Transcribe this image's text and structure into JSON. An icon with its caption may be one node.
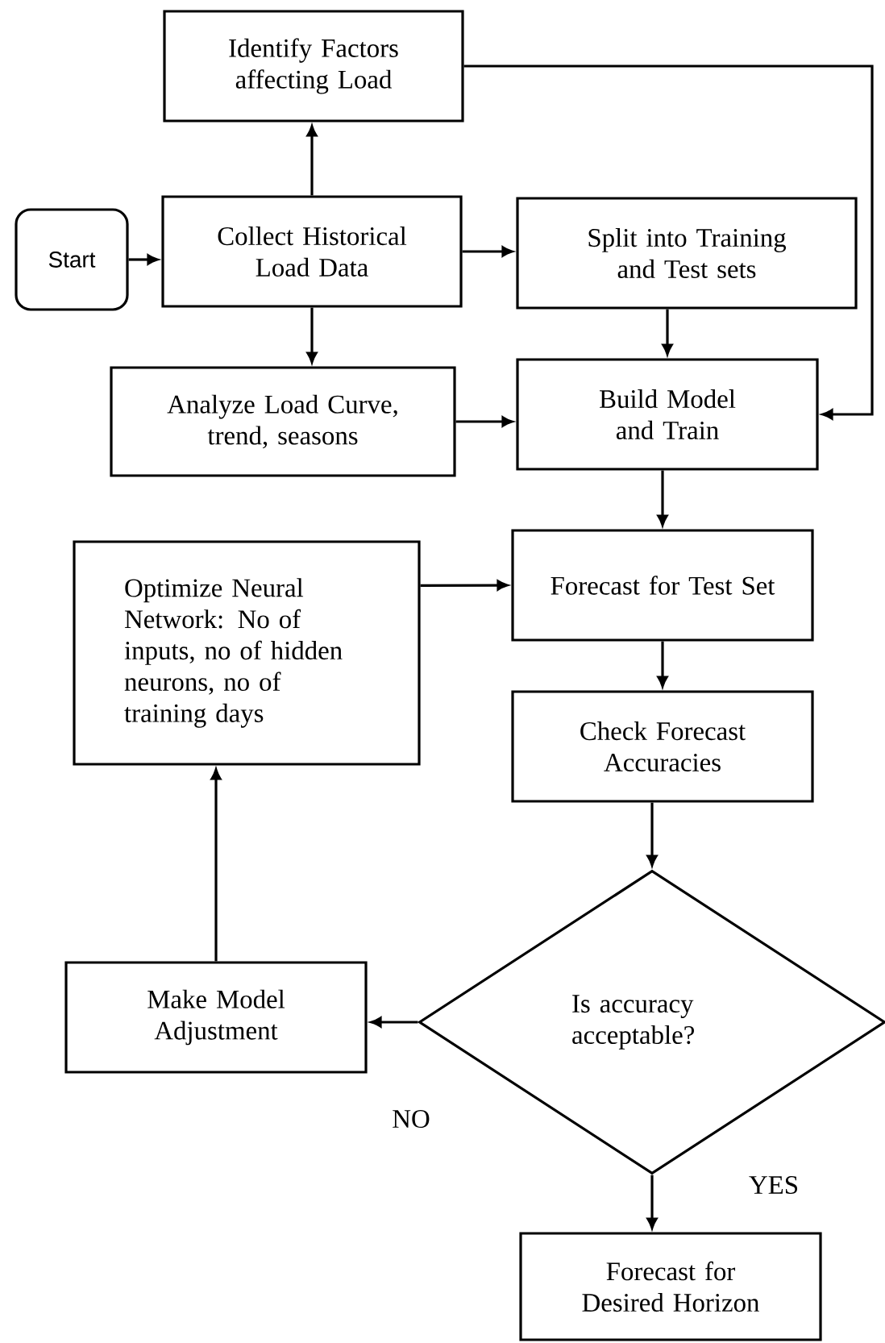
{
  "diagram": {
    "nodes": [
      {
        "text": [
          "Identify Factors affecting Load"
        ]
      },
      {
        "text": [
          "Start"
        ]
      },
      {
        "text": [
          "Collect Historical Load Data"
        ]
      },
      {
        "text": [
          "Split into Training and Test sets"
        ]
      },
      {
        "text": [
          "Analyze Load Curve, trend, seasons"
        ]
      },
      {
        "text": [
          "Build Model and Train"
        ]
      },
      {
        "text": [
          "Optimize Neural Network: No of inputs, no of hidden neurons, no of training days"
        ]
      },
      {
        "text": [
          "Forecast for Test Set"
        ]
      },
      {
        "text": [
          "Check Forecast Accuracies"
        ]
      },
      {
        "text": [
          "Make Model Adjustment"
        ]
      },
      {
        "text": [
          "Is accuracy acceptable?"
        ]
      },
      {
        "text": [
          "Forecast for Desired Horizon"
        ]
      }
    ],
    "edges": [
      {
        "from": 1,
        "to": 2,
        "arrow": "to"
      },
      {
        "from": 2,
        "to": 0,
        "arrow": "to"
      },
      {
        "from": 2,
        "to": 3,
        "arrow": "to"
      },
      {
        "from": 2,
        "to": 4,
        "arrow": "to"
      },
      {
        "from": 3,
        "to": 5,
        "arrow": "to"
      },
      {
        "from": 4,
        "to": 5,
        "arrow": "to"
      },
      {
        "from": 0,
        "to": 5,
        "arrow": "to"
      },
      {
        "from": 5,
        "to": 7,
        "arrow": "to"
      },
      {
        "from": 6,
        "to": 7,
        "arrow": "to"
      },
      {
        "from": 7,
        "to": 8,
        "arrow": "to"
      },
      {
        "from": 8,
        "to": 10,
        "arrow": "to"
      },
      {
        "from": 10,
        "to": 9,
        "arrow": "to",
        "label": "NO"
      },
      {
        "from": 9,
        "to": 6,
        "arrow": "to"
      },
      {
        "from": 10,
        "to": 11,
        "arrow": "to",
        "label": "YES"
      }
    ]
  }
}
